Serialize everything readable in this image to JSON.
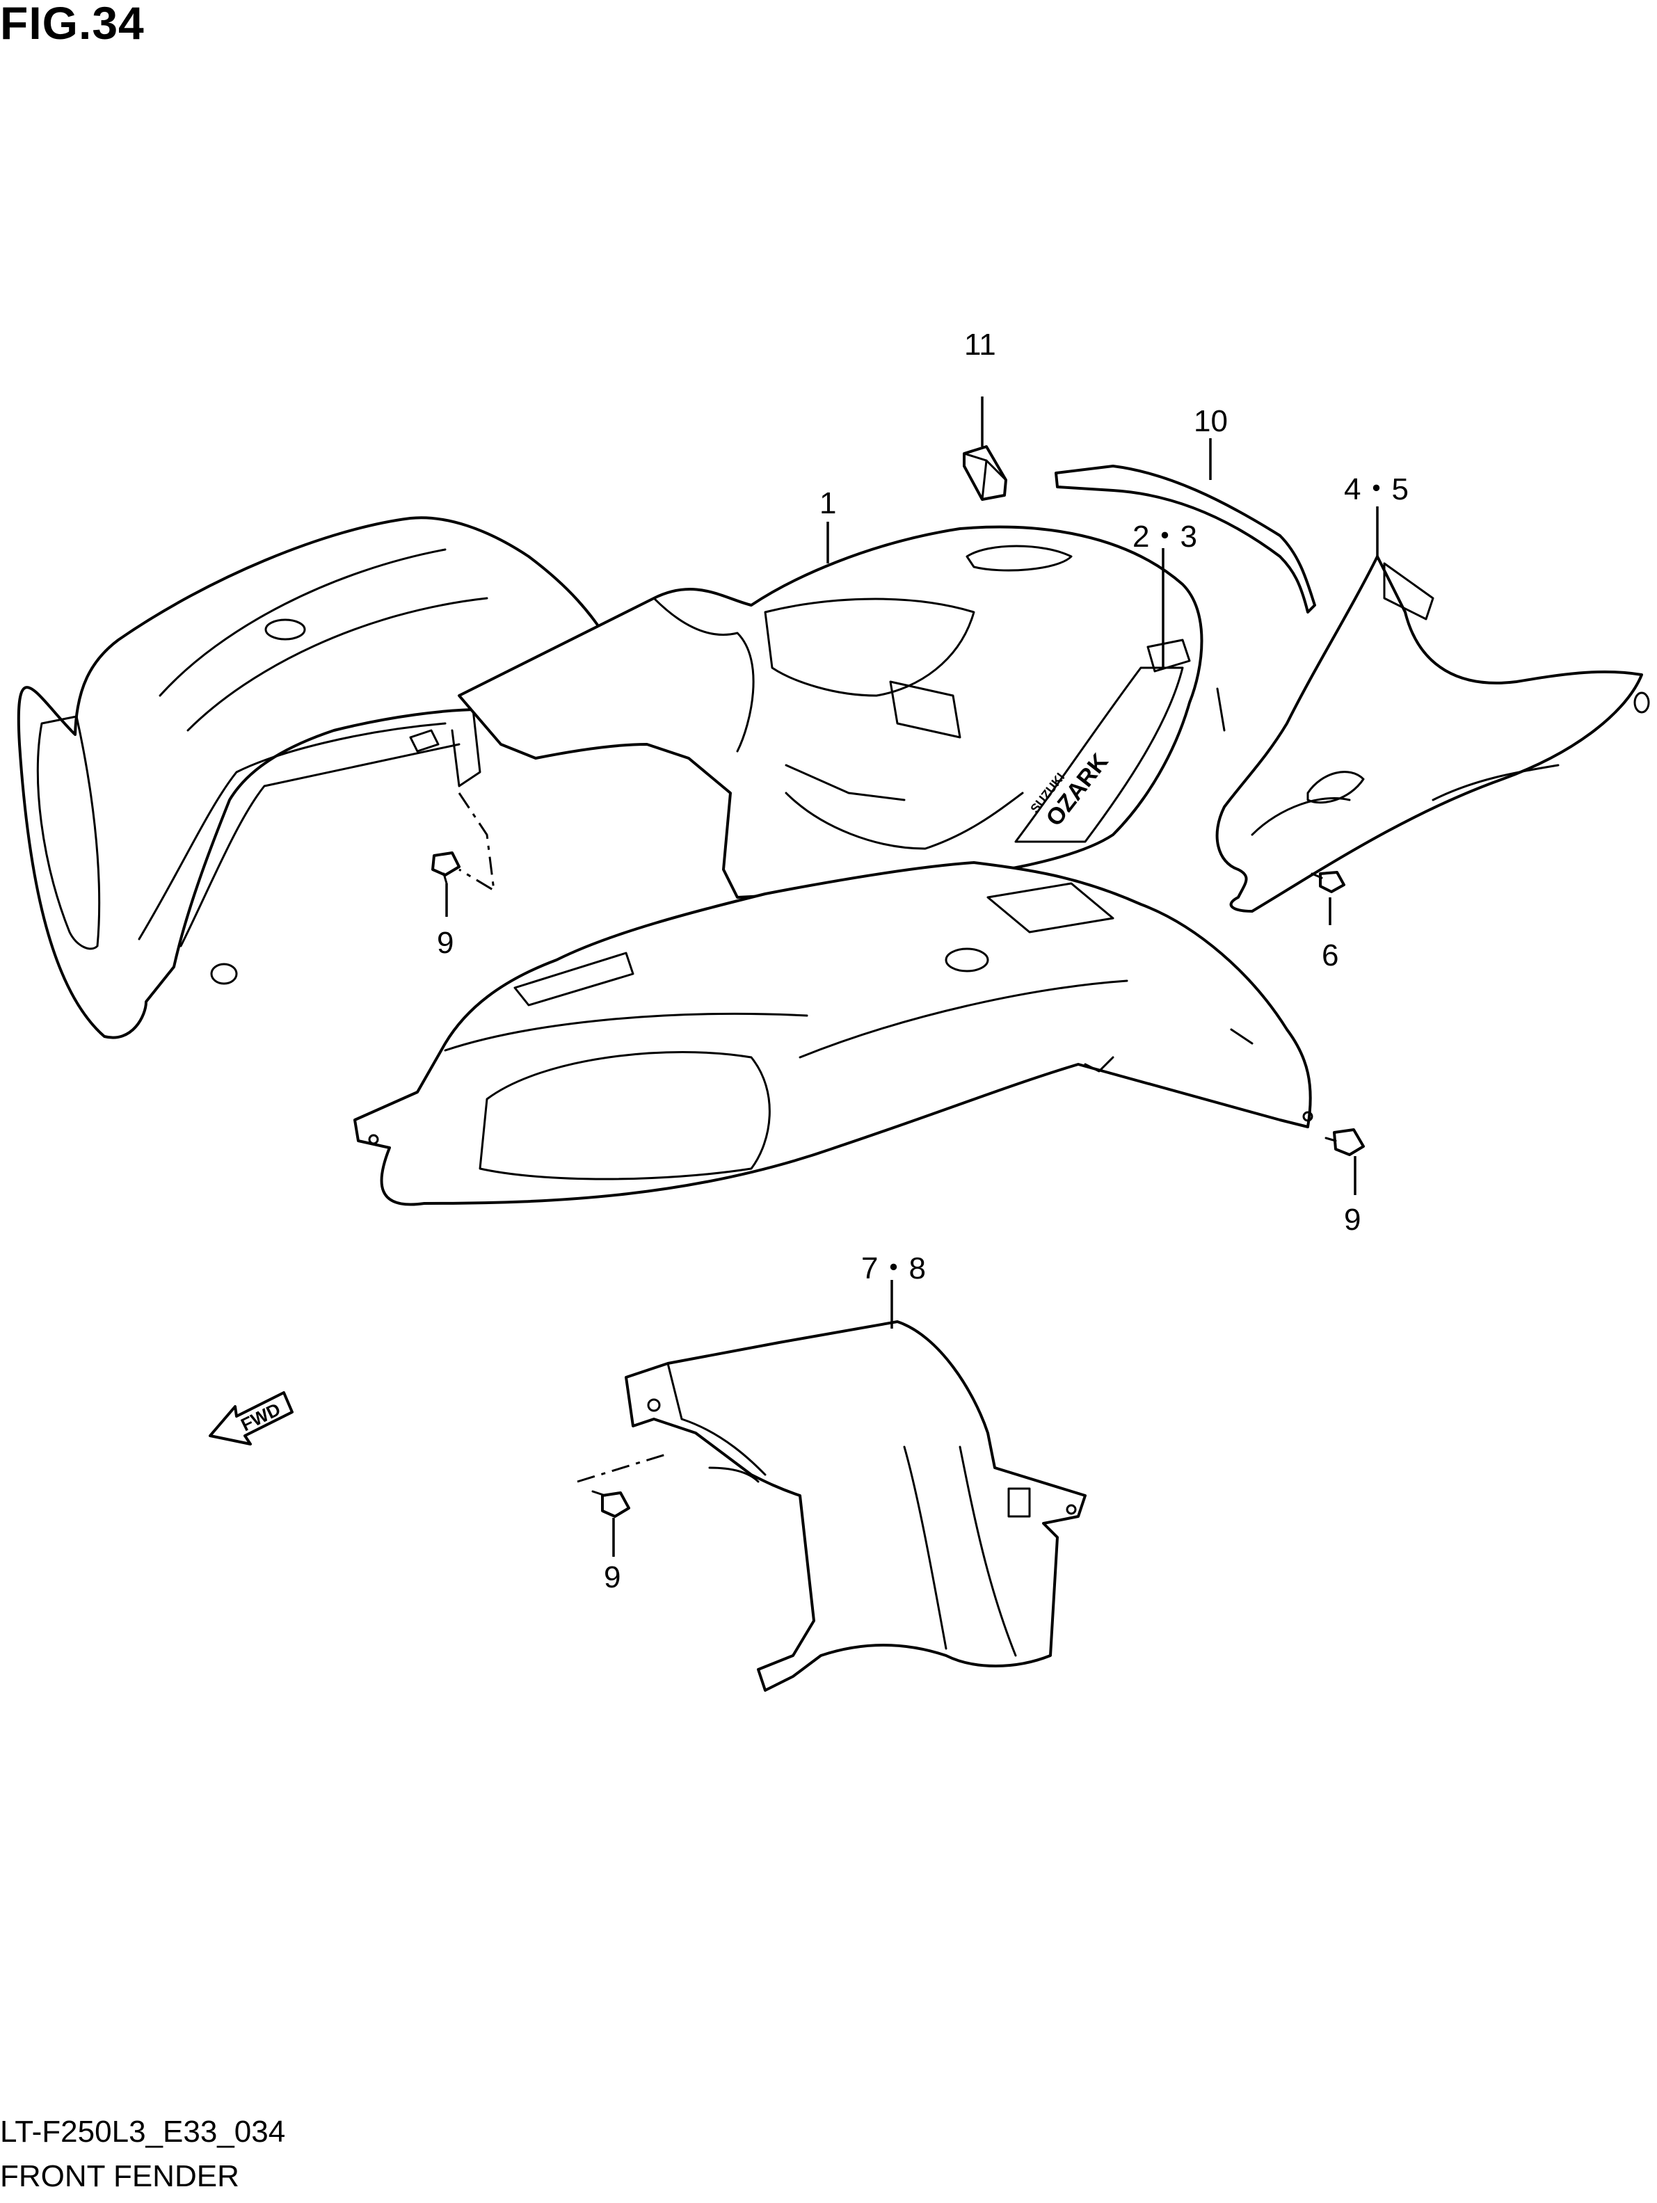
{
  "figure": {
    "title": "FIG.34",
    "code": "LT-F250L3_E33_034",
    "name": "FRONT FENDER"
  },
  "callouts": {
    "c1": "1",
    "c2_3": "2・3",
    "c4_5": "4・5",
    "c6": "6",
    "c7_8": "7・8",
    "c9_left": "9",
    "c9_right": "9",
    "c9_bottom": "9",
    "c10": "10",
    "c11": "11"
  },
  "arrow": {
    "label": "FWD"
  },
  "emblem": {
    "brand": "SUZUKI",
    "model": "OZARK"
  },
  "colors": {
    "line": "#000000",
    "background": "#ffffff"
  }
}
